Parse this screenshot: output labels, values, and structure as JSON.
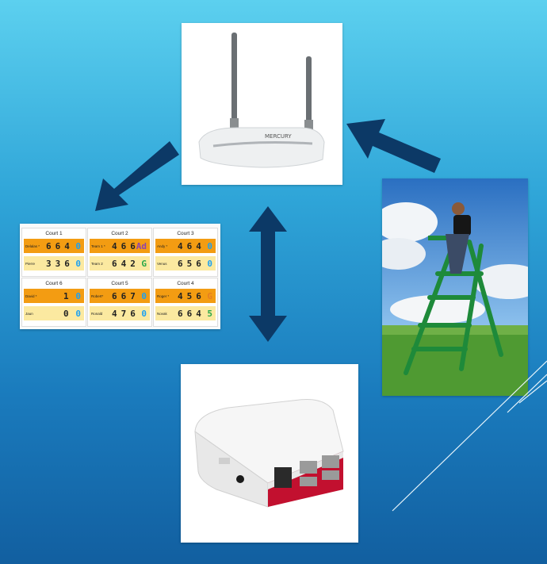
{
  "router": {
    "brand": "MERCURY"
  },
  "colors": {
    "arrow": "#0c3966",
    "score_top_bg": "#f39c12",
    "score_bottom_bg": "#fbe9a0",
    "game_blue": "#1da1f2",
    "game_green": "#2aa84a",
    "game_purple": "#8e44ad"
  },
  "courts": [
    {
      "title": "Court 1",
      "p1": "Delalas *",
      "s1": [
        "6",
        "6",
        "4"
      ],
      "g1": "0",
      "g1c": "blue",
      "p2": "Pierre",
      "s2": [
        "3",
        "3",
        "6"
      ],
      "g2": "0",
      "g2c": "blue"
    },
    {
      "title": "Court 2",
      "p1": "Team 1 *",
      "s1": [
        "4",
        "6",
        "6"
      ],
      "g1": "Ad",
      "g1c": "purple",
      "p2": "Team 2",
      "s2": [
        "6",
        "4",
        "2"
      ],
      "g2": "G",
      "g2c": "green"
    },
    {
      "title": "Court 3",
      "p1": "Andy *",
      "s1": [
        "4",
        "6",
        "4"
      ],
      "g1": "0",
      "g1c": "blue",
      "p2": "Venus",
      "s2": [
        "6",
        "5",
        "6"
      ],
      "g2": "0",
      "g2c": "blue"
    },
    {
      "title": "Court 6",
      "p1": "David *",
      "s1": [
        "",
        "",
        "1"
      ],
      "g1": "0",
      "g1c": "blue",
      "p2": "Jaun",
      "s2": [
        "",
        "",
        "0"
      ],
      "g2": "0",
      "g2c": "blue"
    },
    {
      "title": "Court 5",
      "p1": "Robert*",
      "s1": [
        "6",
        "6",
        "7"
      ],
      "g1": "0",
      "g1c": "blue",
      "p2": "Ronald",
      "s2": [
        "4",
        "7",
        "6"
      ],
      "g2": "0",
      "g2c": "blue"
    },
    {
      "title": "Court 4",
      "p1": "Roger *",
      "s1": [
        "4",
        "5",
        "6"
      ],
      "g1": "G",
      "g1c": "orange",
      "p2": "Novak",
      "s2": [
        "6",
        "6",
        "4"
      ],
      "g2": "5",
      "g2c": "green"
    }
  ]
}
